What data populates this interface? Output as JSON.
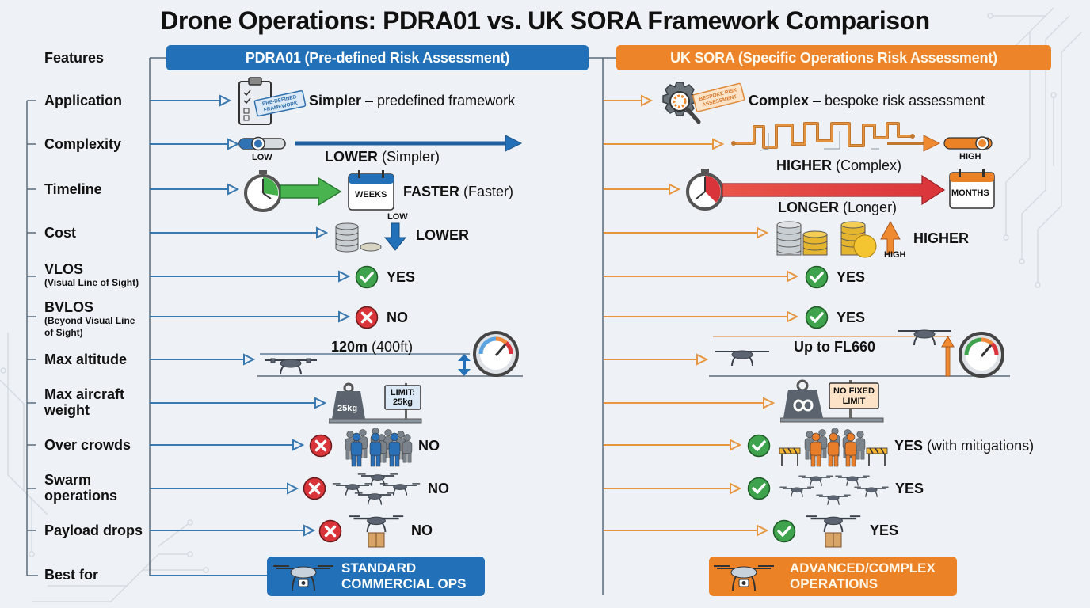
{
  "title": "Drone Operations: PDRA01 vs. UK SORA Framework Comparison",
  "colors": {
    "pdra_accent": "#2271b8",
    "sora_accent": "#ee8429",
    "yes_green": "#3fa34d",
    "no_red": "#d9343a",
    "background": "#eef2f6"
  },
  "features_header": "Features",
  "columns": {
    "pdra": {
      "header": "PDRA01 (Pre-defined Risk Assessment)"
    },
    "sora": {
      "header": "UK SORA (Specific Operations Risk Assessment)"
    }
  },
  "features": [
    {
      "label": "Application",
      "sub": ""
    },
    {
      "label": "Complexity",
      "sub": ""
    },
    {
      "label": "Timeline",
      "sub": ""
    },
    {
      "label": "Cost",
      "sub": ""
    },
    {
      "label": "VLOS",
      "sub": "(Visual Line of Sight)"
    },
    {
      "label": "BVLOS",
      "sub": "(Beyond Visual Line of Sight)"
    },
    {
      "label": "Max altitude",
      "sub": ""
    },
    {
      "label": "Max aircraft weight",
      "sub": ""
    },
    {
      "label": "Over crowds",
      "sub": ""
    },
    {
      "label": "Swarm operations",
      "sub": ""
    },
    {
      "label": "Payload drops",
      "sub": ""
    },
    {
      "label": "Best for",
      "sub": ""
    }
  ],
  "pdra": {
    "application": {
      "bold": "Simpler",
      "rest": " – predefined framework",
      "icon": "clipboard-checklist-icon",
      "stamp": "PRE-DEFINED FRAMEWORK"
    },
    "complexity": {
      "bold": "LOWER",
      "rest": " (Simpler)",
      "slider_label": "LOW",
      "level": 0.2
    },
    "timeline": {
      "bold": "FASTER",
      "rest": " (Faster)",
      "calendar": "WEEKS"
    },
    "cost": {
      "value": "LOWER",
      "arrow_label": "LOW"
    },
    "vlos": {
      "value": "YES",
      "status": "yes"
    },
    "bvlos": {
      "value": "NO",
      "status": "no"
    },
    "max_altitude": {
      "bold": "120m",
      "rest": " (400ft)"
    },
    "max_weight": {
      "weight_label": "25kg",
      "sign_line1": "LIMIT:",
      "sign_line2": "25kg"
    },
    "over_crowds": {
      "value": "NO",
      "status": "no"
    },
    "swarm": {
      "value": "NO",
      "status": "no"
    },
    "payload": {
      "value": "NO",
      "status": "no"
    },
    "best_for": {
      "line1": "STANDARD",
      "line2": "COMMERCIAL OPS"
    }
  },
  "sora": {
    "application": {
      "bold": "Complex",
      "rest": " – bespoke risk assessment",
      "icon": "gear-magnifier-icon",
      "stamp": "BESPOKE RISK ASSESSMENT"
    },
    "complexity": {
      "bold": "HIGHER",
      "rest": " (Complex)",
      "slider_label": "HIGH",
      "level": 0.9
    },
    "timeline": {
      "bold": "LONGER",
      "rest": " (Longer)",
      "calendar": "MONTHS"
    },
    "cost": {
      "value": "HIGHER",
      "arrow_label": "HIGH"
    },
    "vlos": {
      "value": "YES",
      "status": "yes"
    },
    "bvlos": {
      "value": "YES",
      "status": "yes"
    },
    "max_altitude": {
      "value": "Up to FL660"
    },
    "max_weight": {
      "sign_line1": "NO FIXED",
      "sign_line2": "LIMIT"
    },
    "over_crowds": {
      "bold": "YES",
      "rest": " (with mitigations)",
      "status": "yes"
    },
    "swarm": {
      "value": "YES",
      "status": "yes"
    },
    "payload": {
      "value": "YES",
      "status": "yes"
    },
    "best_for": {
      "line1": "ADVANCED/COMPLEX",
      "line2": "OPERATIONS"
    }
  }
}
